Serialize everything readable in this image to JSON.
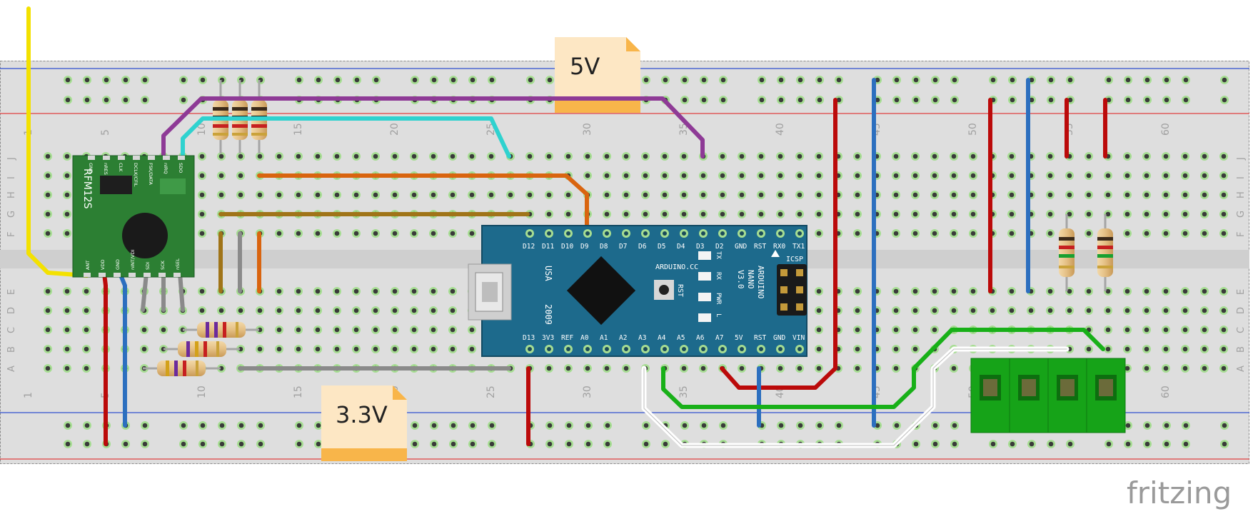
{
  "breadboard": {
    "column_numbers": [
      "1",
      "5",
      "10",
      "15",
      "20",
      "25",
      "30",
      "35",
      "40",
      "45",
      "50",
      "55",
      "60"
    ],
    "row_letters_top": [
      "J",
      "I",
      "H",
      "G",
      "F"
    ],
    "row_letters_bottom": [
      "E",
      "D",
      "C",
      "B",
      "A"
    ]
  },
  "notes": {
    "note_5v": "5V",
    "note_33v": "3.3V"
  },
  "rfm12s": {
    "label": "RFM12S",
    "pins_top": [
      "nIRQ",
      "SDO",
      "CLK",
      "DCLK/CFIL",
      "FSK/DATA",
      "nRES",
      "GND"
    ],
    "pins_bottom": [
      "ANT",
      "VDD",
      "GND",
      "nINT/VDI",
      "SDI",
      "SCK",
      "nSEL"
    ]
  },
  "arduino": {
    "title_line1": "ARDUINO",
    "title_line2": "NANO",
    "title_line3": "V3.0",
    "brand": "ARDUINO.CC",
    "made_in": "USA",
    "year": "2009",
    "icsp": "ICSP",
    "rst": "RST",
    "led_labels": [
      "TX",
      "RX",
      "PWR",
      "L"
    ],
    "top_pins": [
      "D12",
      "D11",
      "D10",
      "D9",
      "D8",
      "D7",
      "D6",
      "D5",
      "D4",
      "D3",
      "D2",
      "GND",
      "RST",
      "RX0",
      "TX1"
    ],
    "bottom_pins": [
      "D13",
      "3V3",
      "REF",
      "A0",
      "A1",
      "A2",
      "A3",
      "A4",
      "A5",
      "A6",
      "A7",
      "5V",
      "RST",
      "GND",
      "VIN"
    ]
  },
  "watermark": "fritzing",
  "colors": {
    "board": "#dcdcdc",
    "rail_red": "#e04040",
    "rail_blue": "#3050d0",
    "hole_ring": "#a6dd92",
    "wire_red": "#bb0a0a",
    "wire_blue": "#2c6fbf",
    "wire_yellow": "#f3e100",
    "wire_purple": "#8e3a96",
    "wire_cyan": "#2fd2cf",
    "wire_orange": "#d9640f",
    "wire_brown": "#a07418",
    "wire_gray": "#888888",
    "wire_green": "#18b018",
    "wire_white": "#f4f4f4",
    "rfm_green": "#2c7f33",
    "nano_blue": "#1d6a8c",
    "terminal_green": "#16a318",
    "note_fill": "#fde7c4",
    "note_band": "#f8b54a"
  }
}
